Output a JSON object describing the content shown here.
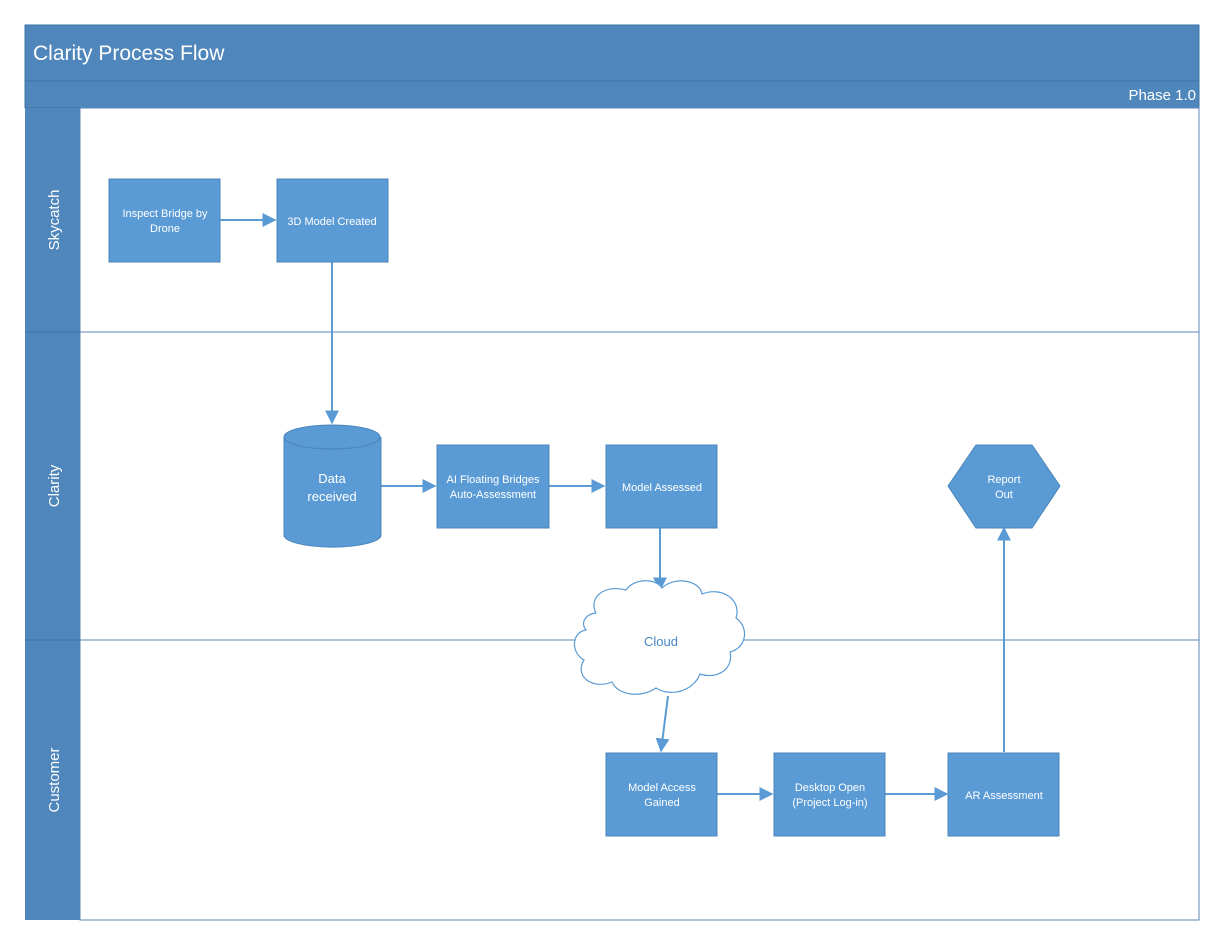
{
  "title": "Clarity Process Flow",
  "phase": "Phase 1.0",
  "lanes": [
    "Skycatch",
    "Clarity",
    "Customer"
  ],
  "nodes": {
    "inspect": [
      "Inspect Bridge by",
      "Drone"
    ],
    "model3d": [
      "3D Model Created"
    ],
    "data": [
      "Data",
      "received"
    ],
    "ai": [
      "AI Floating Bridges",
      "Auto-Assessment"
    ],
    "assessed": [
      "Model Assessed"
    ],
    "report": [
      "Report",
      "Out"
    ],
    "cloud": [
      "Cloud"
    ],
    "access": [
      "Model Access",
      "Gained"
    ],
    "desktop": [
      "Desktop Open",
      "(Project Log-in)"
    ],
    "ar": [
      "AR Assessment"
    ]
  },
  "colors": {
    "header": "#4f86bb",
    "shape": "#5b9bd5",
    "lane_line": "#5b86bb",
    "cloud_text": "#4a86c5"
  }
}
